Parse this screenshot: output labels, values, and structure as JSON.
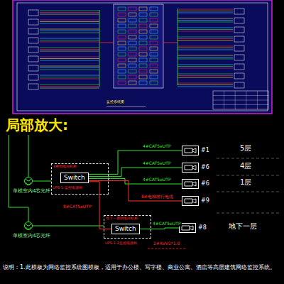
{
  "diagram": {
    "title": "局部放大:",
    "caption": "说明：1.此模板为网络监控系统图模板，适用于办公楼、写字楼、商业公寓、酒店等高层建筑网络监控系统。",
    "nodes": [
      {
        "text": [
          "4层弱电间机柜"
        ]
      },
      {
        "text": [
          "Switch"
        ],
        "in": 0
      },
      {
        "text": [
          "地下一层弱电间机柜"
        ]
      },
      {
        "text": [
          "Switch"
        ],
        "in": 2
      },
      {
        "text": [
          "#1"
        ]
      },
      {
        "text": [
          "#6"
        ]
      },
      {
        "text": [
          "#6"
        ]
      },
      {
        "text": [
          "#9"
        ]
      },
      {
        "text": [
          "#8"
        ]
      }
    ],
    "edges": [
      {
        "from": 1,
        "to": 4,
        "arrow": "none",
        "label": "4#CAT5eUTP"
      },
      {
        "from": 1,
        "to": 5,
        "arrow": "none",
        "label": "4#CAT5eUTP"
      },
      {
        "from": 1,
        "to": 6,
        "arrow": "none",
        "label": "4#CAT5eUTP"
      },
      {
        "from": 1,
        "to": 7,
        "arrow": "none",
        "label": "8#电梯随行电缆"
      },
      {
        "from": 1,
        "to": 3,
        "arrow": "none",
        "label": "8#CAT5eUTP"
      },
      {
        "from": 3,
        "to": 8,
        "arrow": "none",
        "label": "4#CAT5eUTP"
      }
    ],
    "labels": [
      "监控系统图",
      "单模室内4芯光纤",
      "单模室内4芯光纤",
      "UPS-1-监控电源线",
      "UPS-1-2监控电源线",
      "2#RVV2*1.0",
      "5层",
      "4层",
      "1层",
      "地下一层"
    ]
  }
}
